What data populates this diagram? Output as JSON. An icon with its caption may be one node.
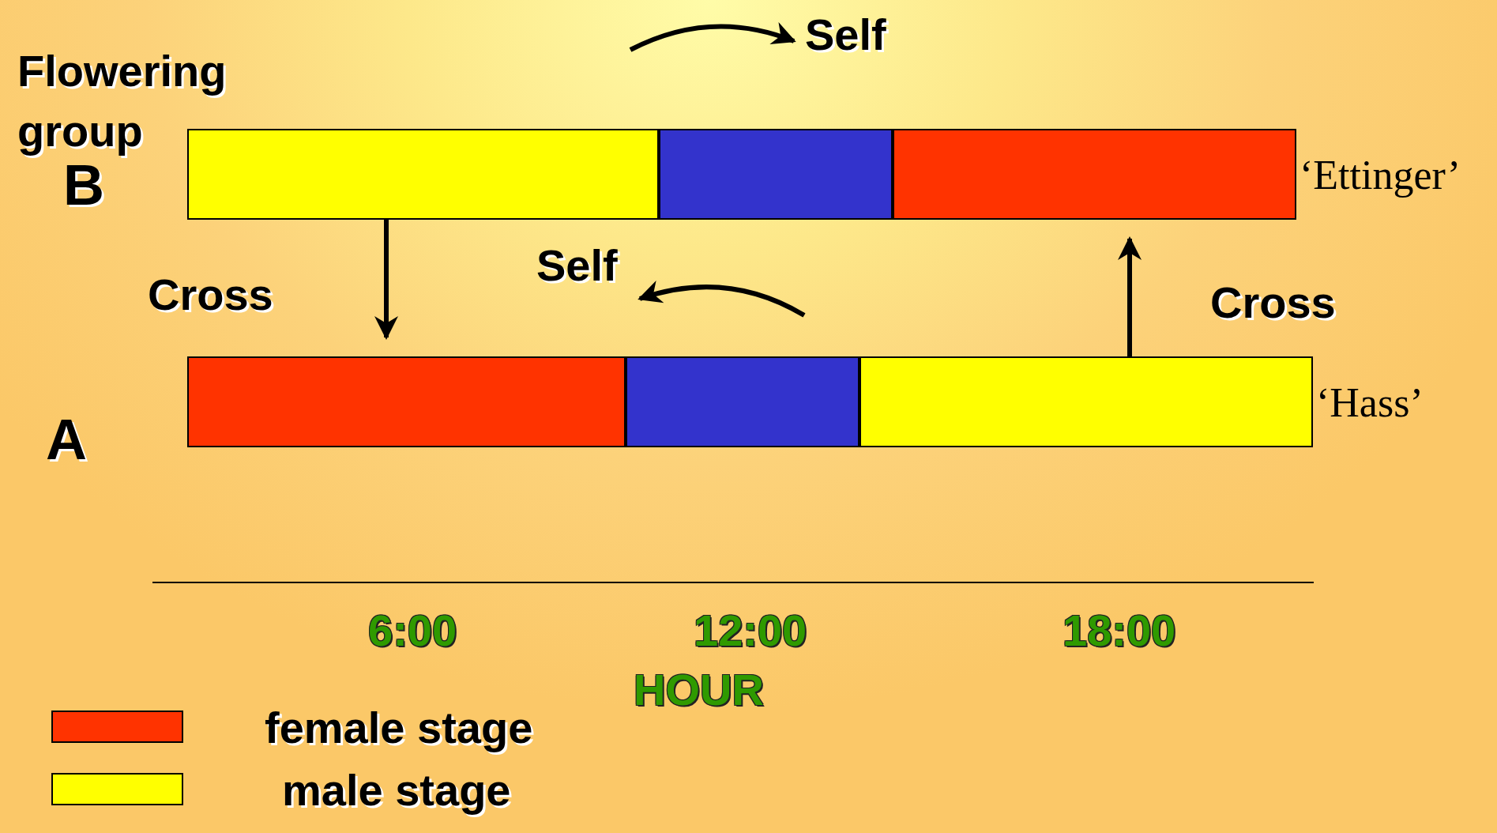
{
  "diagram": {
    "nodes": [
      {
        "text": [],
        "shape": "bar"
      },
      {
        "text": [],
        "shape": "bar"
      },
      {
        "text": [],
        "shape": "bar",
        "beside": [
          "‘Ettinger’"
        ]
      },
      {
        "text": [],
        "shape": "bar"
      },
      {
        "text": [],
        "shape": "bar"
      },
      {
        "text": [],
        "shape": "bar",
        "beside": [
          "‘Hass’"
        ]
      }
    ],
    "edges": [
      {
        "from": 0,
        "to": 3,
        "arrow": "to",
        "label": "Cross"
      },
      {
        "from": 5,
        "to": 2,
        "arrow": "to",
        "label": "Cross"
      }
    ],
    "labels": [
      "Self",
      "Flowering group",
      "B",
      "Self",
      "A",
      "6:00",
      "12:00",
      "18:00",
      "HOUR"
    ],
    "legend": [
      {
        "text": "female stage",
        "color": "#ff3300"
      },
      {
        "text": "male stage",
        "color": "#ffff00"
      }
    ]
  }
}
